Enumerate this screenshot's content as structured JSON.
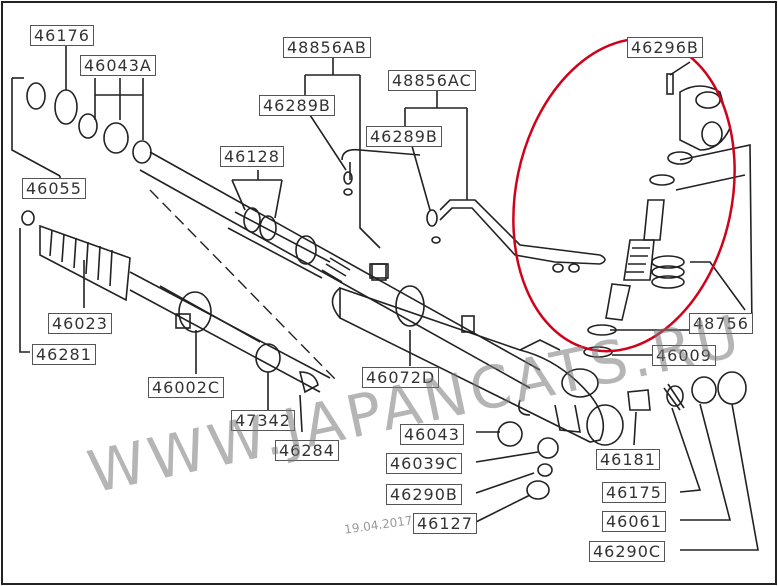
{
  "parts": [
    "46176",
    "46043A",
    "48856AB",
    "48856AC",
    "46296B",
    "46289B",
    "46289B",
    "46055",
    "46128",
    "46023",
    "46281",
    "46002C",
    "46072D",
    "48756",
    "46009",
    "47342",
    "46284",
    "46043",
    "46039C",
    "46290B",
    "46127",
    "46181",
    "46175",
    "46061",
    "46290C"
  ],
  "watermark": "WWW.JAPANCATS.RU",
  "date_stamp": "19.04.2017",
  "highlight_color": "#d0021b"
}
